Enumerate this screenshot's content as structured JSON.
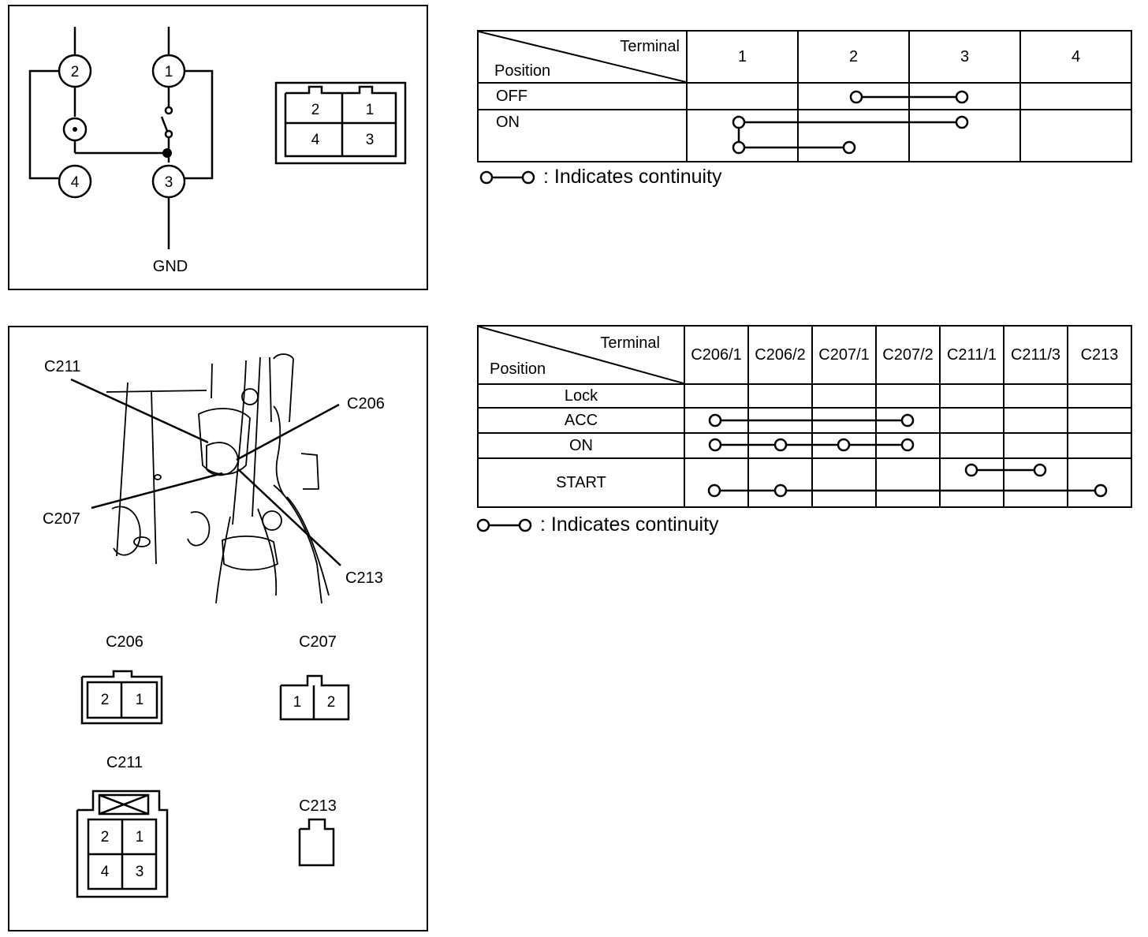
{
  "switch_schematic": {
    "terminals": [
      "2",
      "1",
      "4",
      "3"
    ],
    "ground_label": "GND",
    "connector_pins": [
      "2",
      "1",
      "4",
      "3"
    ]
  },
  "table1": {
    "terminal_header": "Terminal",
    "position_header": "Position",
    "columns": [
      "1",
      "2",
      "3",
      "4"
    ],
    "rows": [
      {
        "position": "OFF",
        "continuity": [
          [
            "2",
            "3"
          ]
        ]
      },
      {
        "position": "ON",
        "continuity": [
          [
            "1",
            "3"
          ],
          [
            "1",
            "2"
          ]
        ]
      }
    ],
    "legend": ": Indicates continuity"
  },
  "location": {
    "callouts": [
      "C211",
      "C206",
      "C207",
      "C213"
    ],
    "connectors": [
      {
        "name": "C206",
        "pins": [
          "2",
          "1"
        ]
      },
      {
        "name": "C207",
        "pins": [
          "1",
          "2"
        ]
      },
      {
        "name": "C211",
        "pins": [
          "2",
          "1",
          "4",
          "3"
        ]
      },
      {
        "name": "C213",
        "pins": []
      }
    ]
  },
  "table2": {
    "terminal_header": "Terminal",
    "position_header": "Position",
    "columns": [
      "C206/1",
      "C206/2",
      "C207/1",
      "C207/2",
      "C211/1",
      "C211/3",
      "C213"
    ],
    "rows": [
      {
        "position": "Lock",
        "continuity": []
      },
      {
        "position": "ACC",
        "continuity": [
          [
            "C206/1",
            "C207/2"
          ]
        ]
      },
      {
        "position": "ON",
        "continuity": [
          [
            "C206/1",
            "C206/2",
            "C207/1",
            "C207/2"
          ]
        ]
      },
      {
        "position": "START",
        "continuity": [
          [
            "C211/1",
            "C211/3"
          ],
          [
            "C206/1",
            "C206/2",
            "C213"
          ]
        ]
      }
    ],
    "legend": ": Indicates continuity"
  }
}
